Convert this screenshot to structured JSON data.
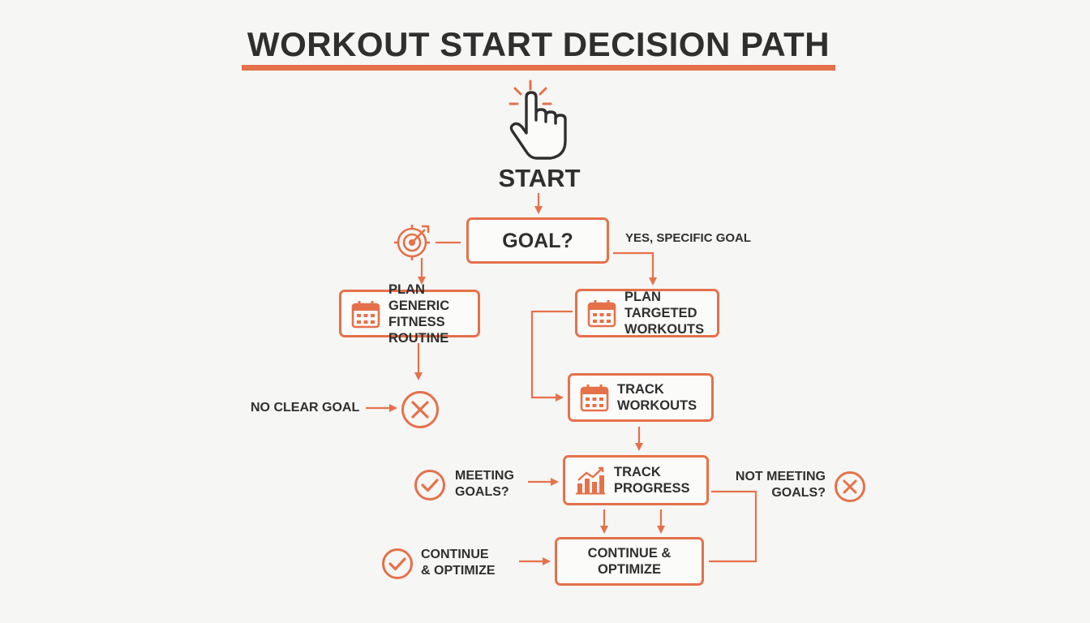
{
  "title": "WORKOUT START DECISION PATH",
  "start": {
    "label": "START",
    "icon": "pointer-hand-icon"
  },
  "nodes": {
    "goal": "GOAL?",
    "plan_generic": "PLAN GENERIC\nFITNESS ROUTINE",
    "plan_targeted": "PLAN TARGETED\nWORKOUTS",
    "track_workouts": "TRACK\nWORKOUTS",
    "track_progress": "TRACK\nPROGRESS",
    "continue": "CONTINUE &\nOPTIMIZE"
  },
  "labels": {
    "yes_specific_goal": "YES, SPECIFIC GOAL",
    "no_clear_goal": "NO CLEAR GOAL",
    "meeting_goals": "MEETING\nGOALS?",
    "not_meeting_goals": "NOT MEETING\nGOALS?",
    "continue_optimize": "CONTINUE\n& OPTIMIZE"
  },
  "icons": {
    "goal": "target-icon",
    "plan": "calendar-icon",
    "progress": "bar-chart-icon",
    "fail": "x-circle-icon",
    "ok": "check-circle-icon"
  },
  "colors": {
    "accent": "#e5714a",
    "text": "#2f2f2f",
    "background": "#f6f6f4"
  }
}
